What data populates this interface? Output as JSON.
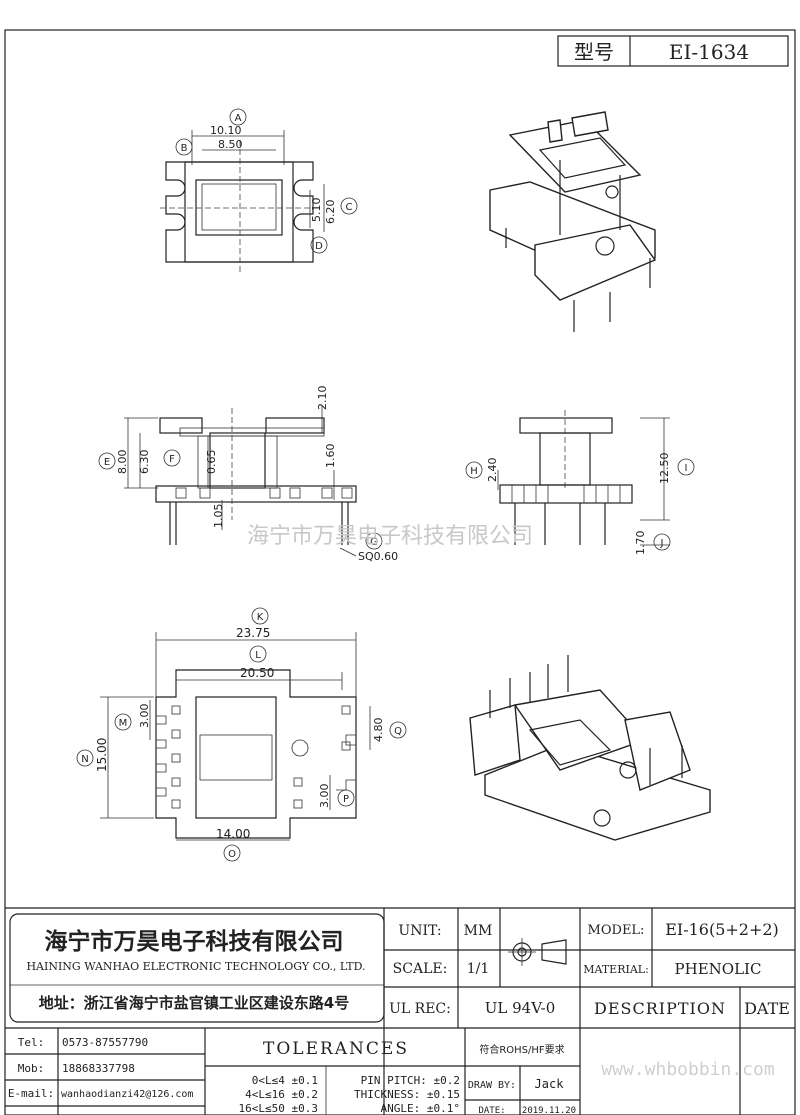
{
  "model_box": {
    "label": "型号",
    "value": "EI-1634"
  },
  "dimensions": {
    "top_view": {
      "A": "A",
      "B": "B",
      "C": "C",
      "D": "D",
      "d_1010": "10.10",
      "d_850": "8.50",
      "d_510": "5.10",
      "d_620": "6.20"
    },
    "front_view": {
      "E": "E",
      "F": "F",
      "G": "G",
      "d_800": "8.00",
      "d_630": "6.30",
      "d_065": "0.65",
      "d_210": "2.10",
      "d_160": "1.60",
      "d_105": "1.05",
      "sq": "SQ0.60"
    },
    "side_view": {
      "H": "H",
      "I": "I",
      "J": "J",
      "d_240": "2.40",
      "d_1250": "12.50",
      "d_170": "1.70"
    },
    "bottom_view": {
      "K": "K",
      "L": "L",
      "M": "M",
      "N": "N",
      "O": "O",
      "P": "P",
      "Q": "Q",
      "d_2375": "23.75",
      "d_2050": "20.50",
      "d_300a": "3.00",
      "d_1500": "15.00",
      "d_480": "4.80",
      "d_300b": "3.00",
      "d_1400": "14.00"
    }
  },
  "watermark": {
    "text": "海宁市万昊电子科技有限公司",
    "url": "www.whbobbin.com"
  },
  "title_block": {
    "company_cn": "海宁市万昊电子科技有限公司",
    "company_en": "HAINING WANHAO ELECTRONIC TECHNOLOGY CO., LTD.",
    "address": "地址：浙江省海宁市盐官镇工业区建设东路4号",
    "unit_label": "UNIT:",
    "unit_value": "MM",
    "scale_label": "SCALE:",
    "scale_value": "1/1",
    "ulrec_label": "UL REC:",
    "ulrec_value": "UL 94V-0",
    "model_label": "MODEL:",
    "model_value": "EI-16(5+2+2)",
    "material_label": "MATERIAL:",
    "material_value": "PHENOLIC",
    "description_label": "DESCRIPTION",
    "date_label": "DATE",
    "tel_label": "Tel:",
    "tel_value": "0573-87557790",
    "mob_label": "Mob:",
    "mob_value": "18868337798",
    "email_label": "E-mail:",
    "email_value": "wanhaodianzi42@126.com",
    "tolerances_label": "TOLERANCES",
    "tol_1": "0<L≤4 ±0.1",
    "tol_2": "4<L≤16 ±0.2",
    "tol_3": "16<L≤50 ±0.3",
    "pitch": "PIN PITCH: ±0.2",
    "thickness": "THICKNESS: ±0.15",
    "angle": "ANGLE: ±0.1°",
    "rohs": "符合ROHS/HF要求",
    "draw_label": "DRAW BY:",
    "draw_value": "Jack",
    "date_row_label": "DATE:",
    "date_value": "2019.11.20"
  }
}
